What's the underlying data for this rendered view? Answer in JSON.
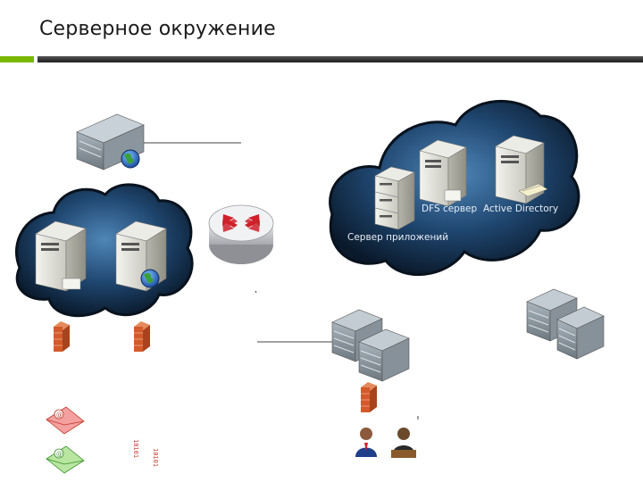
{
  "title": "Серверное окружение",
  "labels": {
    "dfs_server": "DFS сервер",
    "active_directory": "Active Directory",
    "app_server": "Сервер приложений"
  },
  "binary_texts": [
    "10101",
    "10101"
  ],
  "colors": {
    "accent_green": "#7ab800",
    "cloud_dark": "#0d1e33",
    "cloud_light": "#3d6e9c",
    "router_arrow": "#d0202a",
    "firewall": "#d35a2a"
  }
}
